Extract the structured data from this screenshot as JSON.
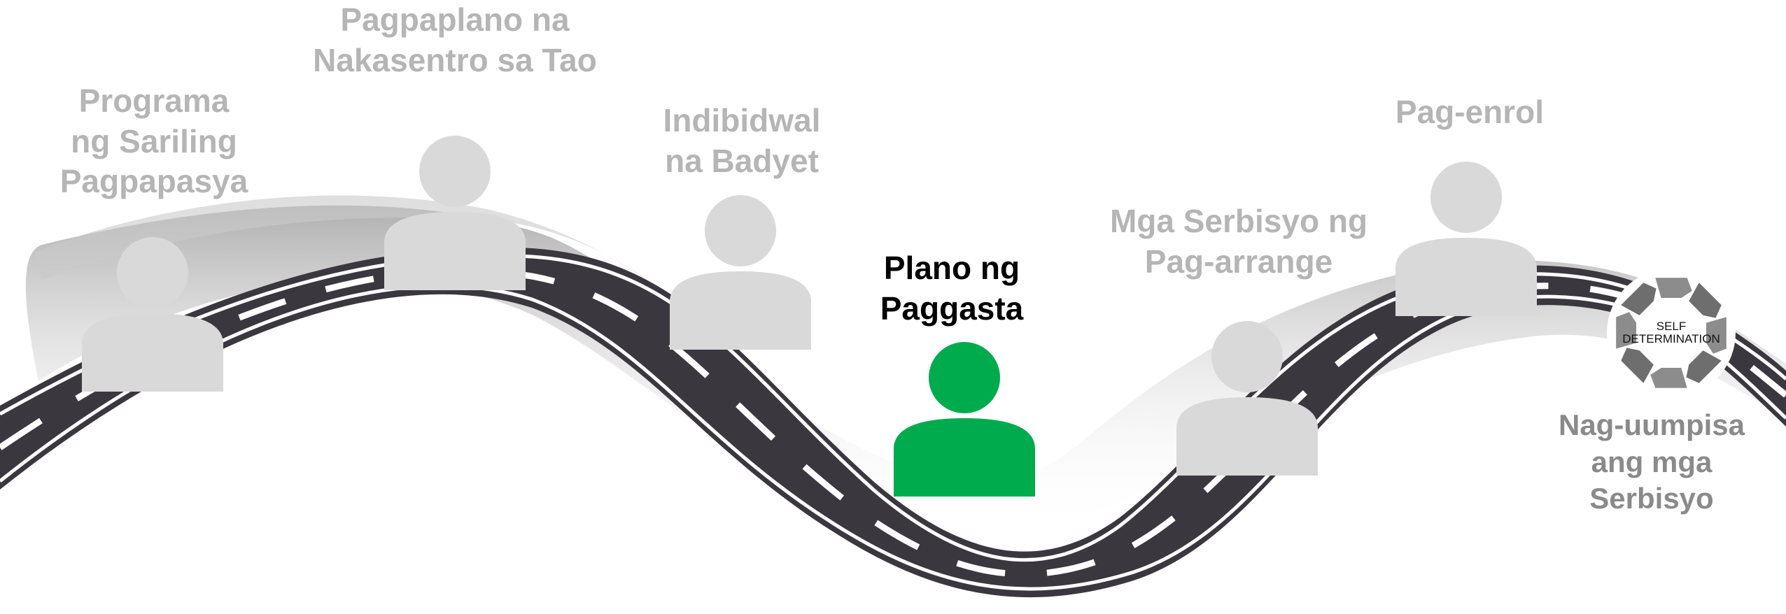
{
  "colors": {
    "road": "#3a373f",
    "road_edge": "#ffffff",
    "shadow": "#4a4a4a",
    "person_inactive": "#d9d9d9",
    "person_active": "#00ab4e",
    "label_inactive": "#b5b5b5",
    "label_active": "#000000",
    "label_final": "#8a8a8a"
  },
  "steps": [
    {
      "id": "step-programa",
      "lines": [
        "Programa",
        "ng Sariling",
        "Pagpapasya"
      ],
      "active": false,
      "icon": "person-icon"
    },
    {
      "id": "step-pagpaplano",
      "lines": [
        "Pagpaplano na",
        "Nakasentro sa Tao"
      ],
      "active": false,
      "icon": "person-icon"
    },
    {
      "id": "step-indibidwal",
      "lines": [
        "Indibidwal",
        "na Badyet"
      ],
      "active": false,
      "icon": "person-icon"
    },
    {
      "id": "step-plano",
      "lines": [
        "Plano ng",
        "Paggasta"
      ],
      "active": true,
      "icon": "person-icon"
    },
    {
      "id": "step-serbisyo",
      "lines": [
        "Mga Serbisyo ng",
        "Pag-arrange"
      ],
      "active": false,
      "icon": "person-icon"
    },
    {
      "id": "step-enrol",
      "lines": [
        "Pag-enrol"
      ],
      "active": false,
      "icon": "person-icon"
    }
  ],
  "badge": {
    "lines": [
      "SELF",
      "DETERMINATION"
    ],
    "icon": "circular-arrows-icon"
  },
  "final_step": {
    "lines": [
      "Nag-uumpisa",
      "ang mga",
      "Serbisyo"
    ]
  }
}
